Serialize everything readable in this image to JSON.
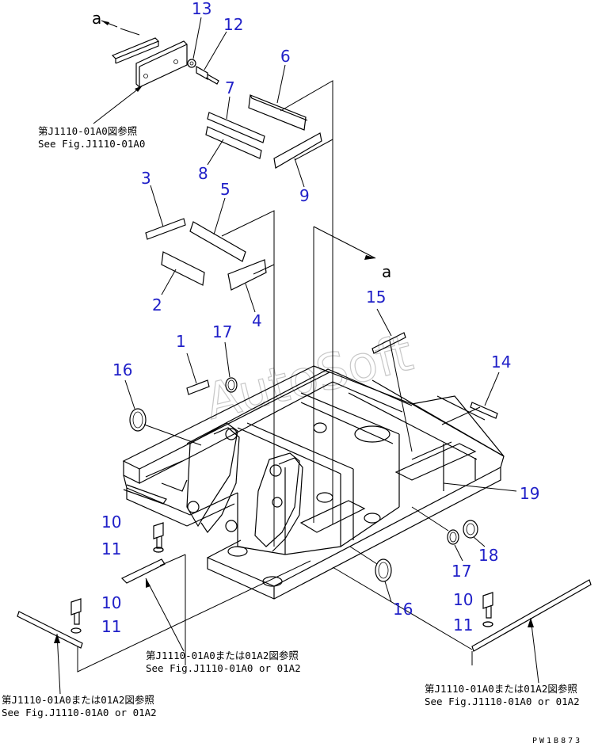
{
  "diagram": {
    "callouts": [
      "1",
      "2",
      "3",
      "4",
      "5",
      "6",
      "7",
      "8",
      "9",
      "10",
      "11",
      "12",
      "13",
      "14",
      "15",
      "16",
      "17",
      "18",
      "19"
    ],
    "view_letter": "a",
    "references": {
      "ref_top_jp": "第J1110-01A0図参照",
      "ref_top_en": "See Fig.J1110-01A0",
      "ref_center_jp": "第J1110-01A0または01A2図参照",
      "ref_center_en": "See Fig.J1110-01A0 or 01A2",
      "ref_left_jp": "第J1110-01A0または01A2図参照",
      "ref_left_en": "See Fig.J1110-01A0 or 01A2",
      "ref_right_jp": "第J1110-01A0または01A2図参照",
      "ref_right_en": "See Fig.J1110-01A0 or 01A2"
    },
    "watermark": "AutoSoft",
    "drawing_code": "PW1B873",
    "colors": {
      "callout": "#2020c8",
      "line": "#000000",
      "watermark": "#b0b0b0"
    }
  }
}
